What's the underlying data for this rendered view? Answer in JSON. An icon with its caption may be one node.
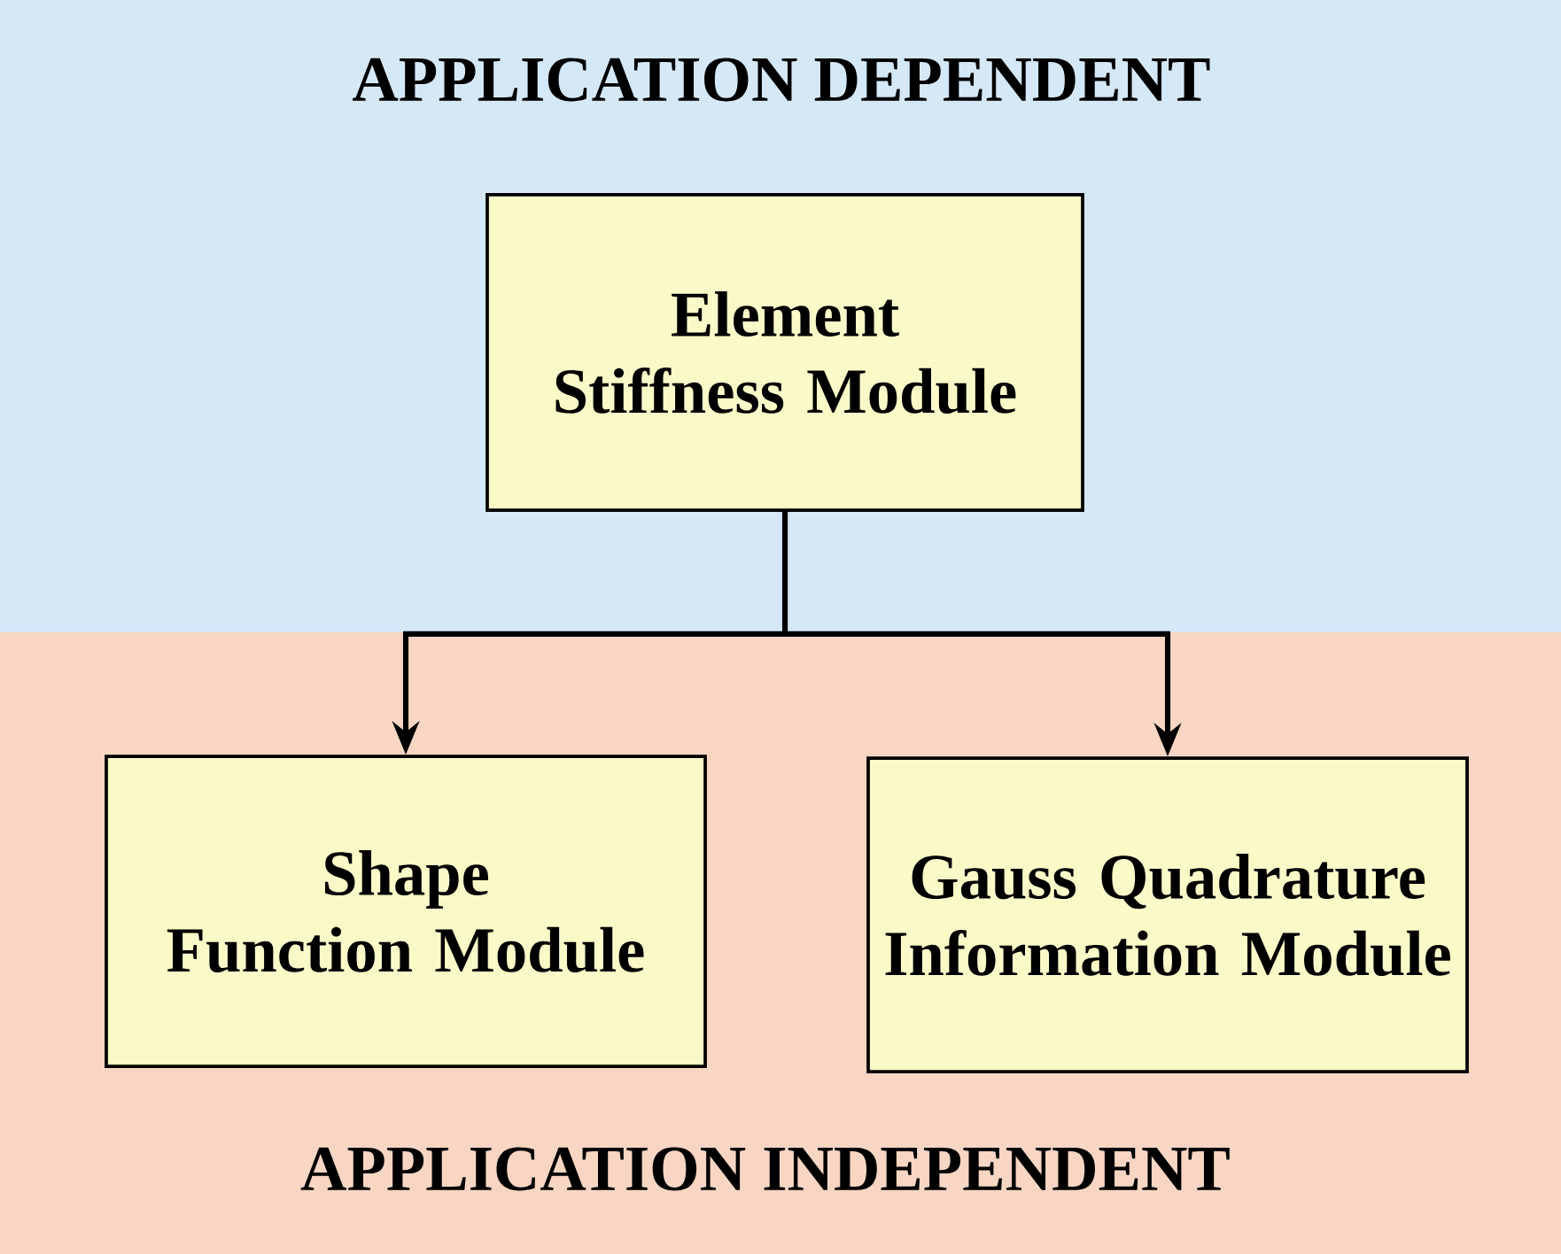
{
  "diagram": {
    "nodes": [
      {
        "text": [
          "APPLICATION DEPENDENT"
        ]
      },
      {
        "text": [
          "Element Stiffness Module"
        ],
        "in": 0
      },
      {
        "text": [
          "APPLICATION INDEPENDENT"
        ]
      },
      {
        "text": [
          "Shape Function Module"
        ],
        "in": 2
      },
      {
        "text": [
          "Gauss Quadrature Information Module"
        ],
        "in": 2
      }
    ],
    "edges": [
      {
        "from": 1,
        "to": 3,
        "arrow": "to"
      },
      {
        "from": 1,
        "to": 4,
        "arrow": "to"
      }
    ]
  }
}
